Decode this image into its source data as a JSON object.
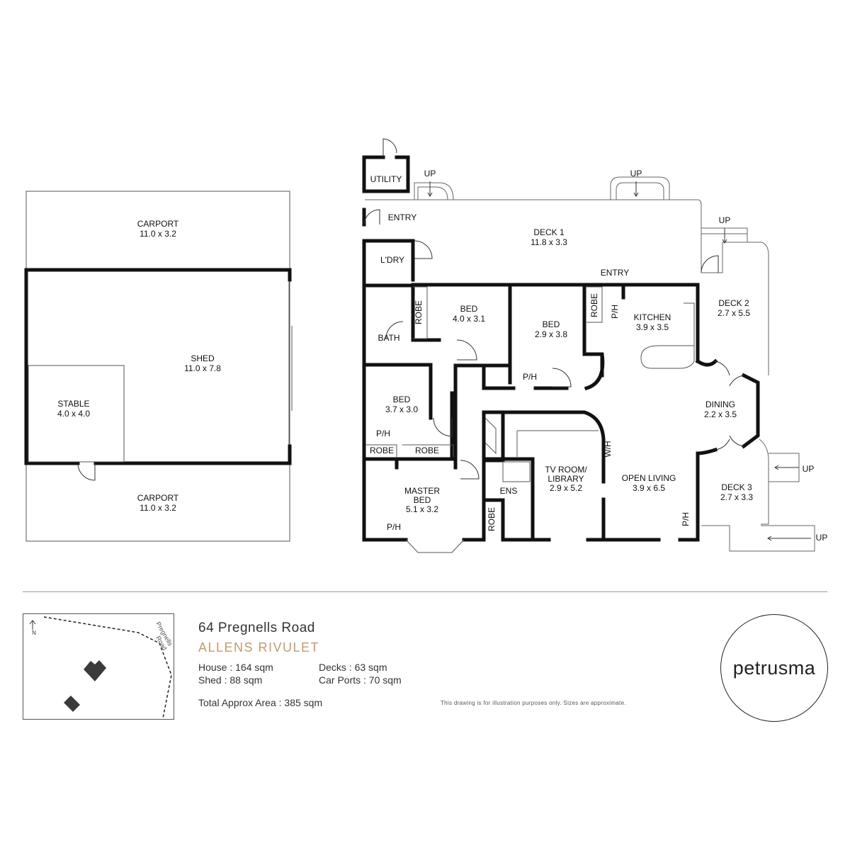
{
  "rooms": {
    "carport_top": {
      "name": "CARPORT",
      "size": "11.0 x 3.2"
    },
    "shed": {
      "name": "SHED",
      "size": "11.0 x 7.8"
    },
    "stable": {
      "name": "STABLE",
      "size": "4.0 x 4.0"
    },
    "carport_bottom": {
      "name": "CARPORT",
      "size": "11.0 x 3.2"
    },
    "utility": {
      "name": "UTILITY"
    },
    "entry_1": {
      "name": "ENTRY"
    },
    "entry_2": {
      "name": "ENTRY"
    },
    "deck1": {
      "name": "DECK 1",
      "size": "11.8 x 3.3"
    },
    "laundry": {
      "name": "L'DRY"
    },
    "bath": {
      "name": "BATH"
    },
    "bed1": {
      "name": "BED",
      "size": "4.0 x 3.1"
    },
    "bed2": {
      "name": "BED",
      "size": "2.9 x 3.8"
    },
    "bed3": {
      "name": "BED",
      "size": "3.7 x 3.0"
    },
    "master": {
      "line1": "MASTER",
      "line2": "BED",
      "size": "5.1 x 3.2"
    },
    "ens": {
      "name": "ENS"
    },
    "tv": {
      "line1": "TV ROOM/",
      "line2": "LIBRARY",
      "size": "2.9 x 5.2"
    },
    "kitchen": {
      "name": "KITCHEN",
      "size": "3.9 x 3.5"
    },
    "dining": {
      "name": "DINING",
      "size": "2.2 x 3.5"
    },
    "living": {
      "name": "OPEN LIVING",
      "size": "3.9 x 6.5"
    },
    "deck2": {
      "name": "DECK 2",
      "size": "2.7 x 5.5"
    },
    "deck3": {
      "name": "DECK 3",
      "size": "2.7 x 3.3"
    }
  },
  "fixtures": {
    "robe": "ROBE",
    "ph": "P/H",
    "wh": "W/H",
    "up": "UP"
  },
  "compass": "N",
  "road_line1": "Pregnells",
  "road_line2": "Road",
  "property": {
    "address": "64 Pregnells Road",
    "suburb": "ALLENS RIVULET",
    "house": "House : 164 sqm",
    "shed": "Shed : 88 sqm",
    "decks": "Decks : 63 sqm",
    "carports": "Car Ports : 70 sqm",
    "total": "Total Approx Area : 385 sqm",
    "disclaimer": "This drawing is for illustration purposes only. Sizes are approximate."
  },
  "brand": "petrusma"
}
